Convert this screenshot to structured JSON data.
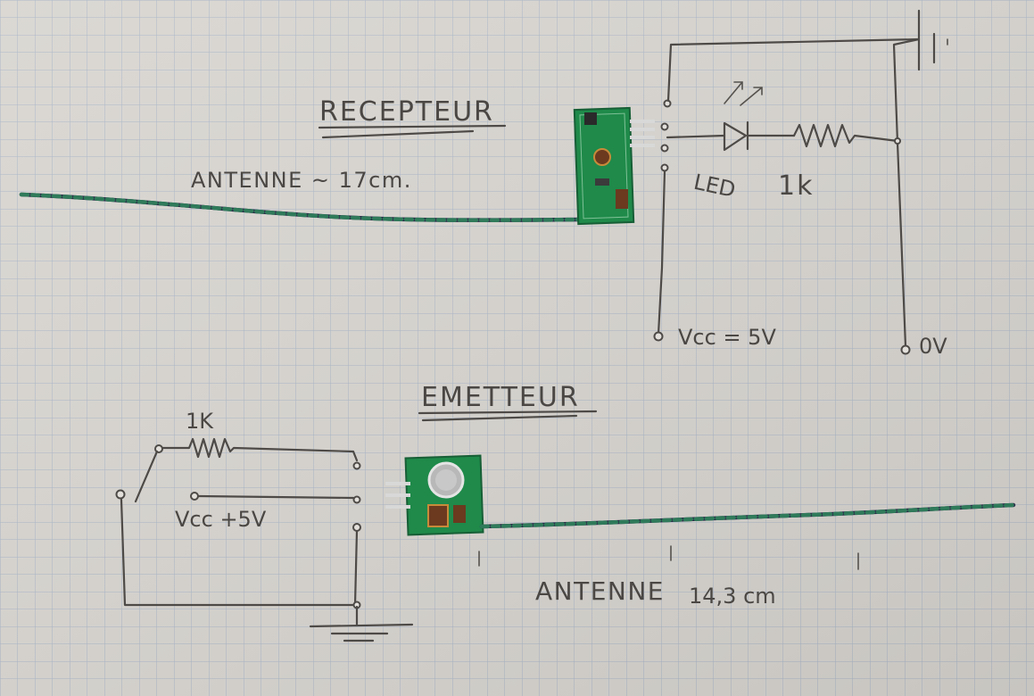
{
  "labels": {
    "receiver_title": "RECEPTEUR",
    "receiver_antenna": "ANTENNE ~ 17cm.",
    "led": "LED",
    "resistor_receiver": "1k",
    "vcc_receiver": "Vcc = 5V",
    "ground_receiver": "0V",
    "emitter_title": "EMETTEUR",
    "resistor_emitter": "1K",
    "vcc_emitter": "Vcc +5V",
    "emitter_antenna": "ANTENNE",
    "emitter_antenna_length": "14,3 cm"
  },
  "colors": {
    "paper": "#d9d6d1",
    "grid": "#a9b6c8",
    "ink": "#4d4a47",
    "pcb_green": "#1f8a4a",
    "wire_green": "#2f7a5a",
    "wire_dark": "#2b2d4a"
  }
}
